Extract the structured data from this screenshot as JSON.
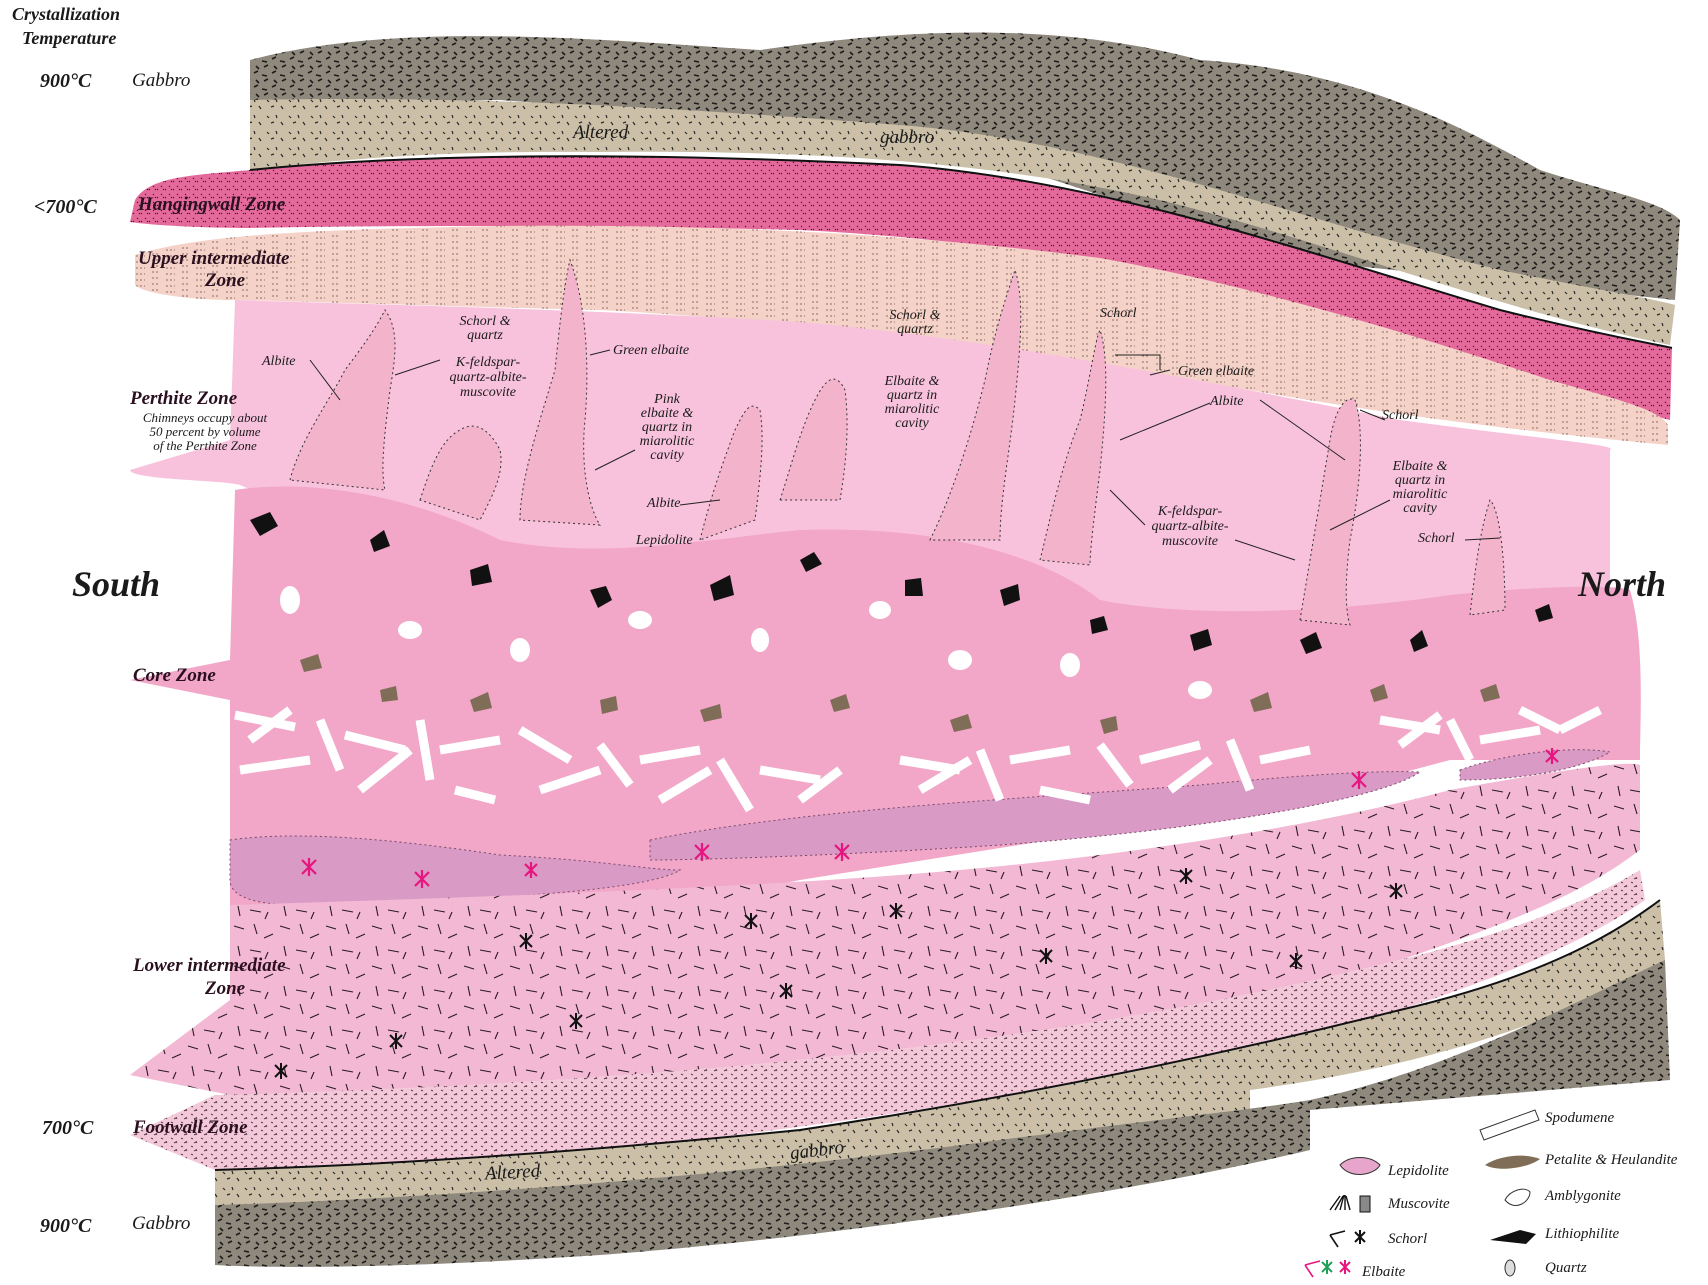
{
  "header": {
    "title_line1": "Crystallization",
    "title_line2": "Temperature"
  },
  "temperatures": {
    "top_gabbro": "900°C",
    "hangingwall": "<700°C",
    "footwall": "700°C",
    "bottom_gabbro": "900°C"
  },
  "rock_labels": {
    "gabbro_top": "Gabbro",
    "gabbro_bottom": "Gabbro",
    "altered_top_1": "Altered",
    "altered_top_2": "gabbro",
    "altered_bottom_1": "Altered",
    "altered_bottom_2": "gabbro"
  },
  "zones": {
    "hangingwall": "Hangingwall Zone",
    "upper_intermediate_1": "Upper intermediate",
    "upper_intermediate_2": "Zone",
    "perthite": "Perthite Zone",
    "perthite_note_1": "Chimneys occupy about",
    "perthite_note_2": "50 percent by volume",
    "perthite_note_3": "of the Perthite Zone",
    "core": "Core Zone",
    "lower_intermediate_1": "Lower intermediate",
    "lower_intermediate_2": "Zone",
    "footwall": "Footwall Zone"
  },
  "directions": {
    "south": "South",
    "north": "North"
  },
  "annotations": {
    "albite_1": "Albite",
    "schorl_quartz_1a": "Schorl &",
    "schorl_quartz_1b": "quartz",
    "kfeld_1a": "K-feldspar-",
    "kfeld_1b": "quartz-albite-",
    "kfeld_1c": "muscovite",
    "green_elbaite_1": "Green elbaite",
    "pink_elbaite_a": "Pink",
    "pink_elbaite_b": "elbaite &",
    "pink_elbaite_c": "quartz in",
    "pink_elbaite_d": "miarolitic",
    "pink_elbaite_e": "cavity",
    "albite_2": "Albite",
    "lepidolite": "Lepidolite",
    "schorl_quartz_2a": "Schorl &",
    "schorl_quartz_2b": "quartz",
    "schorl_1": "Schorl",
    "elbaite_quartz_1a": "Elbaite &",
    "elbaite_quartz_1b": "quartz in",
    "elbaite_quartz_1c": "miarolitic",
    "elbaite_quartz_1d": "cavity",
    "green_elbaite_2": "Green elbaite",
    "albite_3": "Albite",
    "kfeld_2a": "K-feldspar-",
    "kfeld_2b": "quartz-albite-",
    "kfeld_2c": "muscovite",
    "schorl_2": "Schorl",
    "elbaite_quartz_2a": "Elbaite &",
    "elbaite_quartz_2b": "quartz in",
    "elbaite_quartz_2c": "miarolitic",
    "elbaite_quartz_2d": "cavity",
    "schorl_3": "Schorl"
  },
  "legend": {
    "lepidolite": "Lepidolite",
    "muscovite": "Muscovite",
    "schorl": "Schorl",
    "elbaite": "Elbaite",
    "spodumene": "Spodumene",
    "petalite": "Petalite & Heulandite",
    "amblygonite": "Amblygonite",
    "lithiophilite": "Lithiophilite",
    "quartz": "Quartz"
  },
  "colors": {
    "gabbro": "#8f887c",
    "altered_gabbro": "#cbbfa8",
    "hangingwall": "#e46a9c",
    "upper_intermediate": "#f5d2c8",
    "perthite": "#f8c2dc",
    "chimney": "#f3b3cb",
    "core": "#f2a6c8",
    "lepidolite": "#d99ac6",
    "lower_intermediate": "#f3b8d4",
    "footwall": "#f3c9d9",
    "petalite": "#7f6d57",
    "elbaite_pink": "#e8157f",
    "elbaite_green": "#22a05a"
  }
}
